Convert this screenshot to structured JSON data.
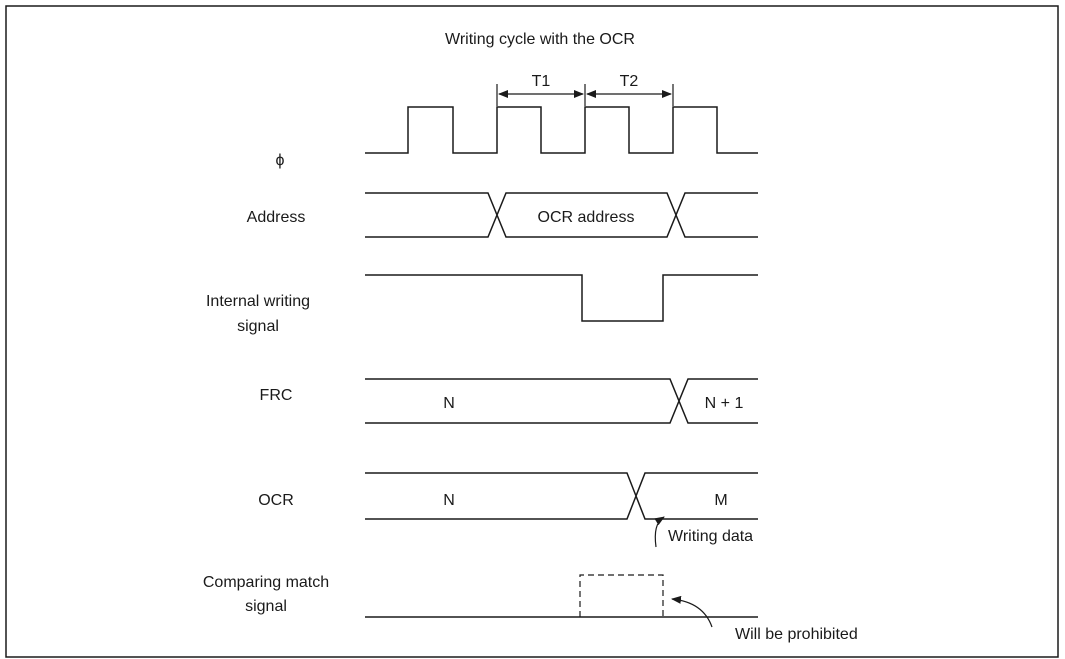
{
  "diagram": {
    "title": "Writing cycle with the OCR",
    "cycle_labels": {
      "t1": "T1",
      "t2": "T2"
    },
    "signals": {
      "phi": "ϕ",
      "address": "Address",
      "internal_writing_line1": "Internal writing",
      "internal_writing_line2": "signal",
      "frc": "FRC",
      "ocr": "OCR",
      "compare_line1": "Comparing match",
      "compare_line2": "signal"
    },
    "bus_values": {
      "address": "OCR address",
      "frc_before": "N",
      "frc_after": "N + 1",
      "ocr_before": "N",
      "ocr_after": "M"
    },
    "annotations": {
      "writing_data": "Writing data",
      "will_be_prohibited": "Will be prohibited"
    }
  }
}
